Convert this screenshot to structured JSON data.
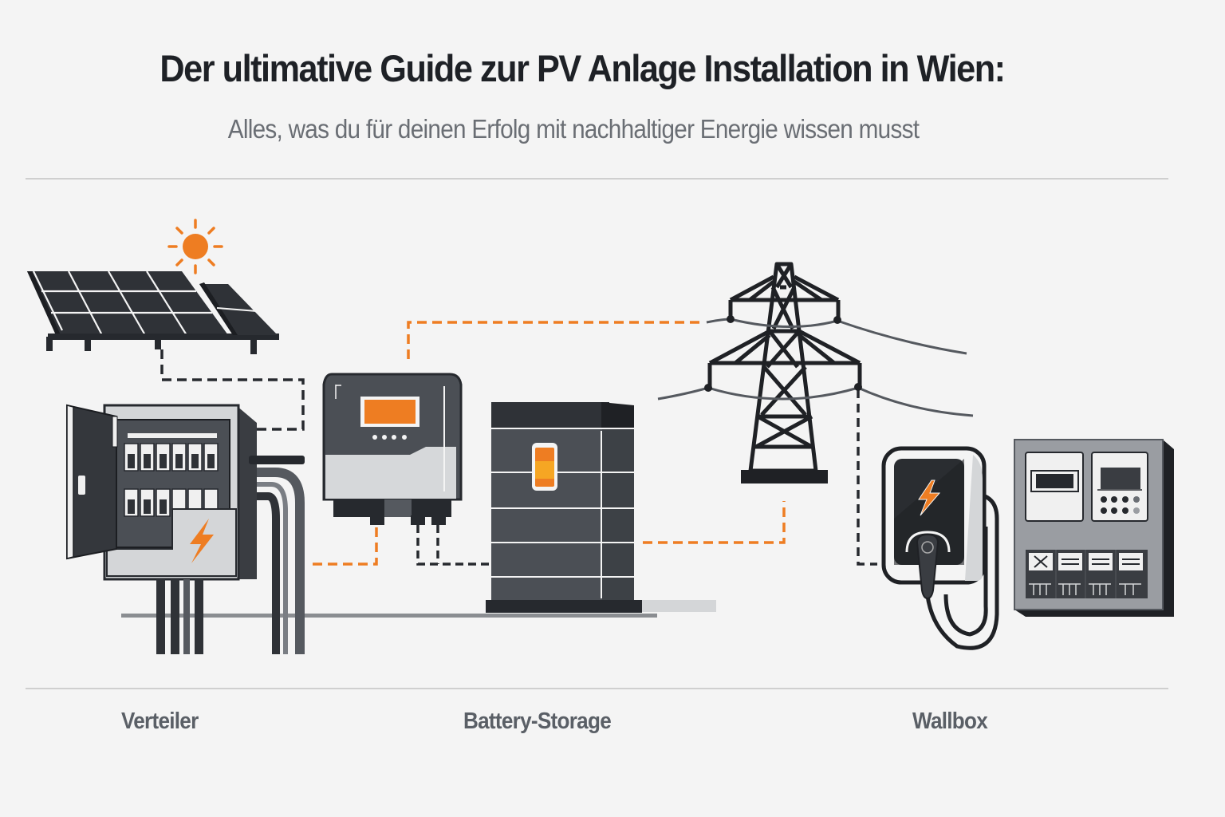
{
  "header": {
    "title": "Der ultimative Guide zur PV Anlage Installation in Wien:",
    "subtitle": "Alles, was du für deinen Erfolg mit nachhaltiger Energie wissen musst"
  },
  "components": [
    {
      "id": "solar-panels",
      "icon": "solar-panel-icon",
      "label": null
    },
    {
      "id": "sun",
      "icon": "sun-icon",
      "label": null
    },
    {
      "id": "distribution-board",
      "icon": "distribution-board-icon",
      "label": "Vertеiler"
    },
    {
      "id": "inverter",
      "icon": "inverter-icon",
      "label": null
    },
    {
      "id": "battery",
      "icon": "battery-storage-icon",
      "label": "Battery-Storage"
    },
    {
      "id": "power-pylon",
      "icon": "power-pylon-icon",
      "label": null
    },
    {
      "id": "wallbox",
      "icon": "ev-charger-icon",
      "label": "Wallbox"
    },
    {
      "id": "meter-cabinet",
      "icon": "meter-cabinet-icon",
      "label": null
    }
  ],
  "labels": {
    "left": "Vertеiler",
    "center": "Battery-Storage",
    "right": "Wallbox"
  },
  "colors": {
    "background": "#f4f4f4",
    "dark": "#2f3237",
    "accent": "#ee7d22",
    "light_gray": "#d6d8da",
    "mid_gray": "#4b4f55"
  },
  "connections": [
    {
      "from": "solar-panels",
      "to": "distribution-board",
      "style": "dashed-dark"
    },
    {
      "from": "inverter",
      "to": "power-pylon",
      "style": "dashed-orange"
    },
    {
      "from": "distribution-board",
      "to": "inverter",
      "style": "dashed-orange"
    },
    {
      "from": "inverter",
      "to": "battery",
      "style": "dashed-dark"
    },
    {
      "from": "battery",
      "to": "power-pylon",
      "style": "dashed-orange"
    },
    {
      "from": "power-pylon",
      "to": "wallbox",
      "style": "dashed-dark"
    }
  ]
}
